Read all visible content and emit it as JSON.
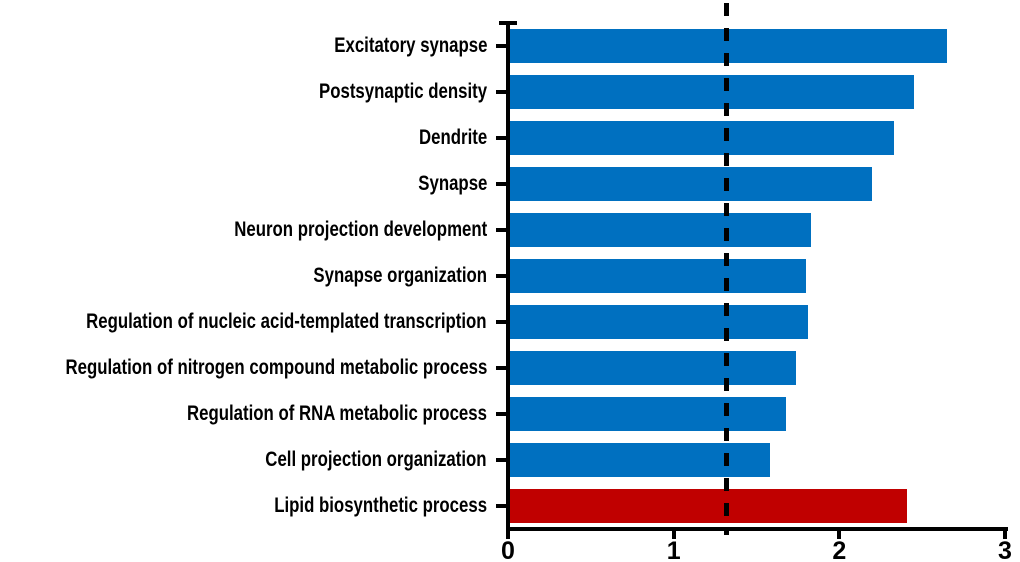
{
  "chart_data": {
    "type": "bar",
    "orientation": "horizontal",
    "title": "",
    "xlabel": "",
    "ylabel": "",
    "categories": [
      "Excitatory synapse",
      "Postsynaptic density",
      "Dendrite",
      "Synapse",
      "Neuron projection development",
      "Synapse organization",
      "Regulation of nucleic acid-templated transcription",
      "Regulation of nitrogen compound metabolic process",
      "Regulation of RNA metabolic process",
      "Cell projection organization",
      "Lipid biosynthetic process"
    ],
    "values": [
      2.65,
      2.45,
      2.33,
      2.2,
      1.83,
      1.8,
      1.81,
      1.74,
      1.68,
      1.58,
      2.41
    ],
    "bar_colors": [
      "#0070C0",
      "#0070C0",
      "#0070C0",
      "#0070C0",
      "#0070C0",
      "#0070C0",
      "#0070C0",
      "#0070C0",
      "#0070C0",
      "#0070C0",
      "#C00000"
    ],
    "highlighted_category": "Lipid biosynthetic process",
    "xlim": [
      0,
      3
    ],
    "xticks": [
      "0",
      "1",
      "2",
      "3"
    ],
    "grid": false,
    "legend": false,
    "threshold_line": {
      "x": 1.32,
      "style": "dashed",
      "color": "#000000"
    },
    "colors": {
      "blue_bar": "#0070C0",
      "red_bar": "#C00000",
      "axis": "#000000",
      "label_text": "#000000",
      "background": "#ffffff"
    }
  }
}
